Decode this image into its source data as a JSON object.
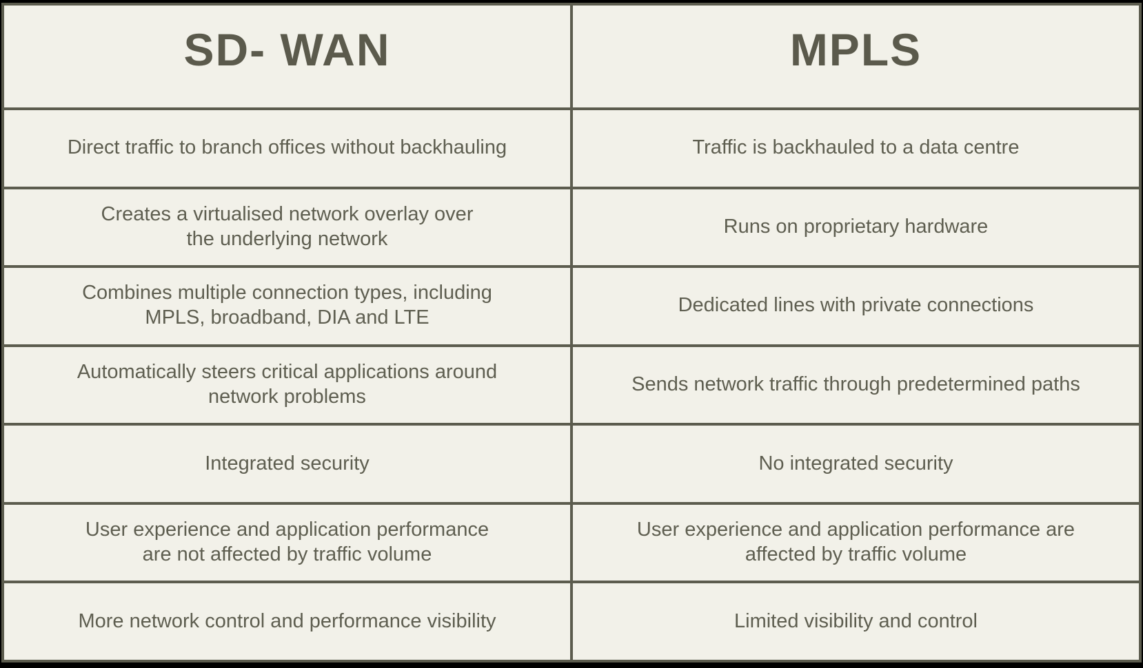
{
  "title": "SD-WAN vs MPLS comparison table",
  "colors": {
    "page_background": "#000000",
    "cell_background": "#f2f1e9",
    "border": "#5c5c4e",
    "body_text": "#5e5e50",
    "header_text": "#5b5a4c"
  },
  "chart_data": {
    "type": "table",
    "columns": [
      "SD- WAN",
      "MPLS"
    ],
    "rows": [
      [
        "Direct traffic to branch offices without backhauling",
        "Traffic is backhauled to a data centre"
      ],
      [
        "Creates a virtualised network overlay over\nthe underlying network",
        "Runs on proprietary hardware"
      ],
      [
        "Combines multiple connection types, including\nMPLS, broadband, DIA and LTE",
        "Dedicated lines with private connections"
      ],
      [
        "Automatically steers critical applications around\nnetwork problems",
        "Sends network traffic through predetermined paths"
      ],
      [
        "Integrated security",
        "No integrated security"
      ],
      [
        "User experience and application performance\nare not affected by traffic volume",
        "User experience and application performance are\naffected by traffic volume"
      ],
      [
        "More network control and performance visibility",
        "Limited visibility and control"
      ]
    ]
  }
}
